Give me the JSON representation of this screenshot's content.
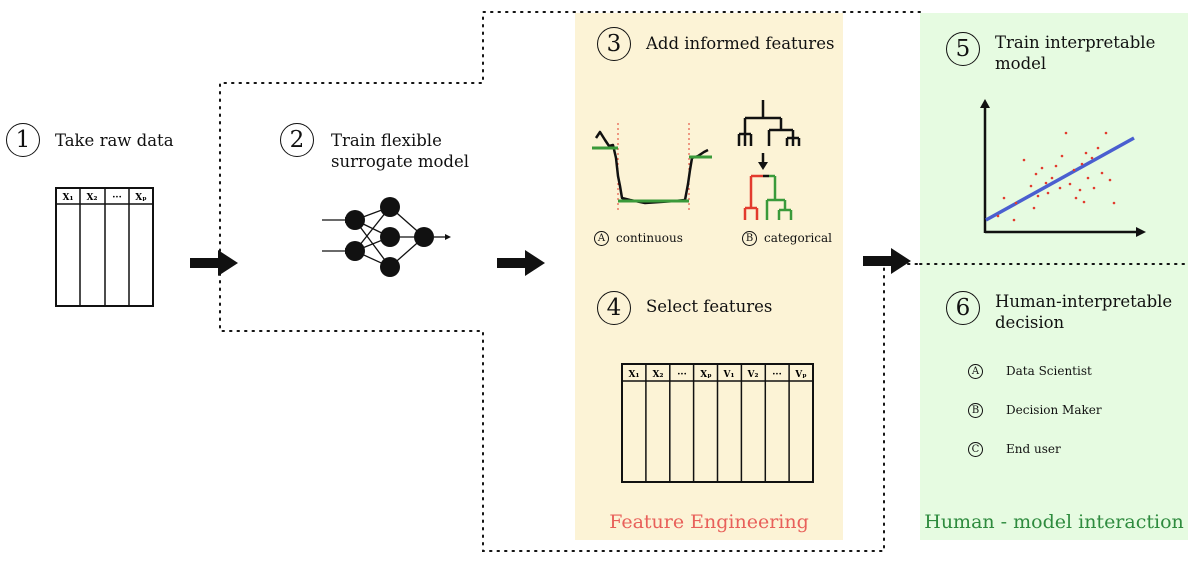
{
  "steps": [
    {
      "num": "1",
      "label": "Take raw data"
    },
    {
      "num": "2",
      "label_lines": [
        "Train flexible",
        "surrogate model"
      ]
    },
    {
      "num": "3",
      "label": "Add informed features"
    },
    {
      "num": "4",
      "label": "Select features"
    },
    {
      "num": "5",
      "label_lines": [
        "Train interpretable",
        "model"
      ]
    },
    {
      "num": "6",
      "label_lines": [
        "Human-interpretable",
        "decision"
      ]
    }
  ],
  "raw_table": {
    "headers": [
      "X₁",
      "X₂",
      "···",
      "Xₚ"
    ]
  },
  "feature_table": {
    "headers": [
      "X₁",
      "X₂",
      "···",
      "Xₚ",
      "V₁",
      "V₂",
      "···",
      "Vₚ"
    ]
  },
  "feature_types": [
    {
      "letter": "A",
      "label": "continuous"
    },
    {
      "letter": "B",
      "label": "categorical"
    }
  ],
  "roles": [
    {
      "letter": "A",
      "label": "Data Scientist"
    },
    {
      "letter": "B",
      "label": "Decision Maker"
    },
    {
      "letter": "C",
      "label": "End user"
    }
  ],
  "panels": {
    "feature_engineering": {
      "title": "Feature Engineering",
      "bg": "#fcf3d6",
      "title_color": "#e8605a"
    },
    "human_model": {
      "title": "Human - model interaction",
      "bg": "#e6fbe1",
      "title_color": "#2e8b3e"
    }
  },
  "colors": {
    "green": "#3a9a3a",
    "red": "#e23b2e",
    "blue": "#4a5fd0",
    "scatter_dot": "#e23b2e"
  }
}
